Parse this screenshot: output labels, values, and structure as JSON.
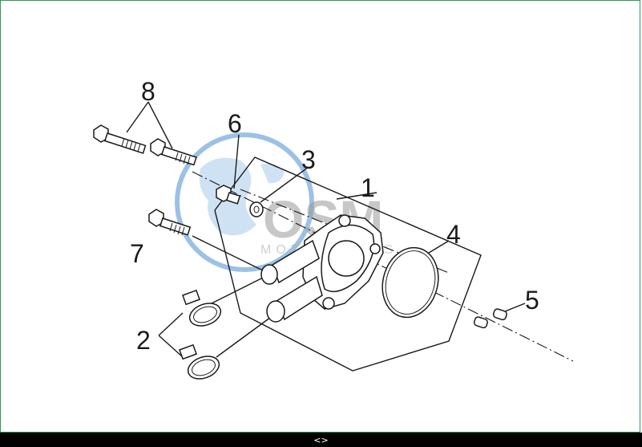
{
  "callouts": {
    "c1": "1",
    "c2": "2",
    "c3": "3",
    "c4": "4",
    "c5": "5",
    "c6": "6",
    "c7": "7",
    "c8": "8"
  },
  "watermark": {
    "main": "OSM",
    "sub": "MOTORPARTS"
  },
  "footer": {
    "nav": "<>"
  },
  "colors": {
    "frame": "#2a9a5a",
    "watermark_globe": "#4a8fd0",
    "line": "#1a1a1a"
  }
}
